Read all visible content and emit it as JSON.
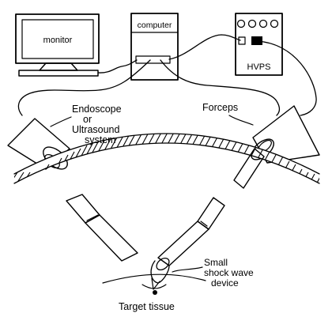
{
  "labels": {
    "monitor": "monitor",
    "computer": "computer",
    "hvps": "HVPS",
    "endoscope_line1": "Endoscope",
    "endoscope_line2": "or",
    "endoscope_line3": "Ultrasound",
    "endoscope_line4": "system",
    "forceps": "Forceps",
    "device_line1": "Small",
    "device_line2": "shock wave",
    "device_line3": "device",
    "target": "Target tissue"
  }
}
